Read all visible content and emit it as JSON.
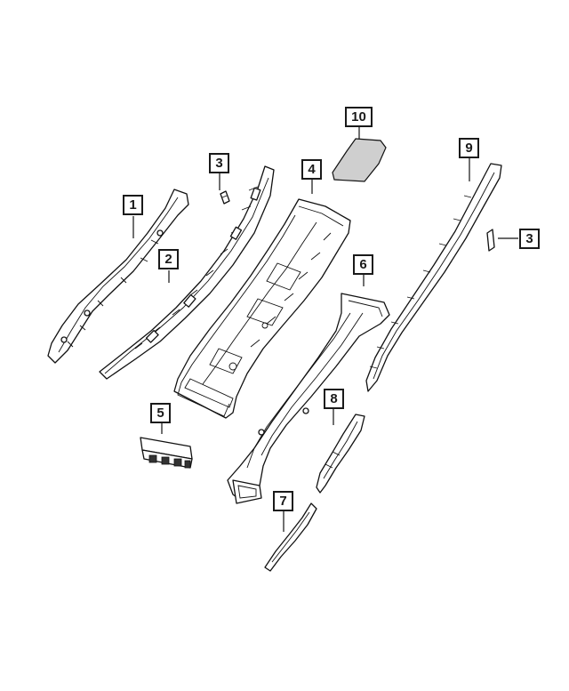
{
  "callouts": [
    {
      "id": "c1",
      "label": "1"
    },
    {
      "id": "c2",
      "label": "2"
    },
    {
      "id": "c3a",
      "label": "3"
    },
    {
      "id": "c3b",
      "label": "3"
    },
    {
      "id": "c4",
      "label": "4"
    },
    {
      "id": "c5",
      "label": "5"
    },
    {
      "id": "c6",
      "label": "6"
    },
    {
      "id": "c7",
      "label": "7"
    },
    {
      "id": "c8",
      "label": "8"
    },
    {
      "id": "c9",
      "label": "9"
    },
    {
      "id": "c10",
      "label": "10"
    }
  ],
  "colors": {
    "line": "#111111",
    "background": "#ffffff",
    "pad_fill": "#cfcfcf"
  }
}
